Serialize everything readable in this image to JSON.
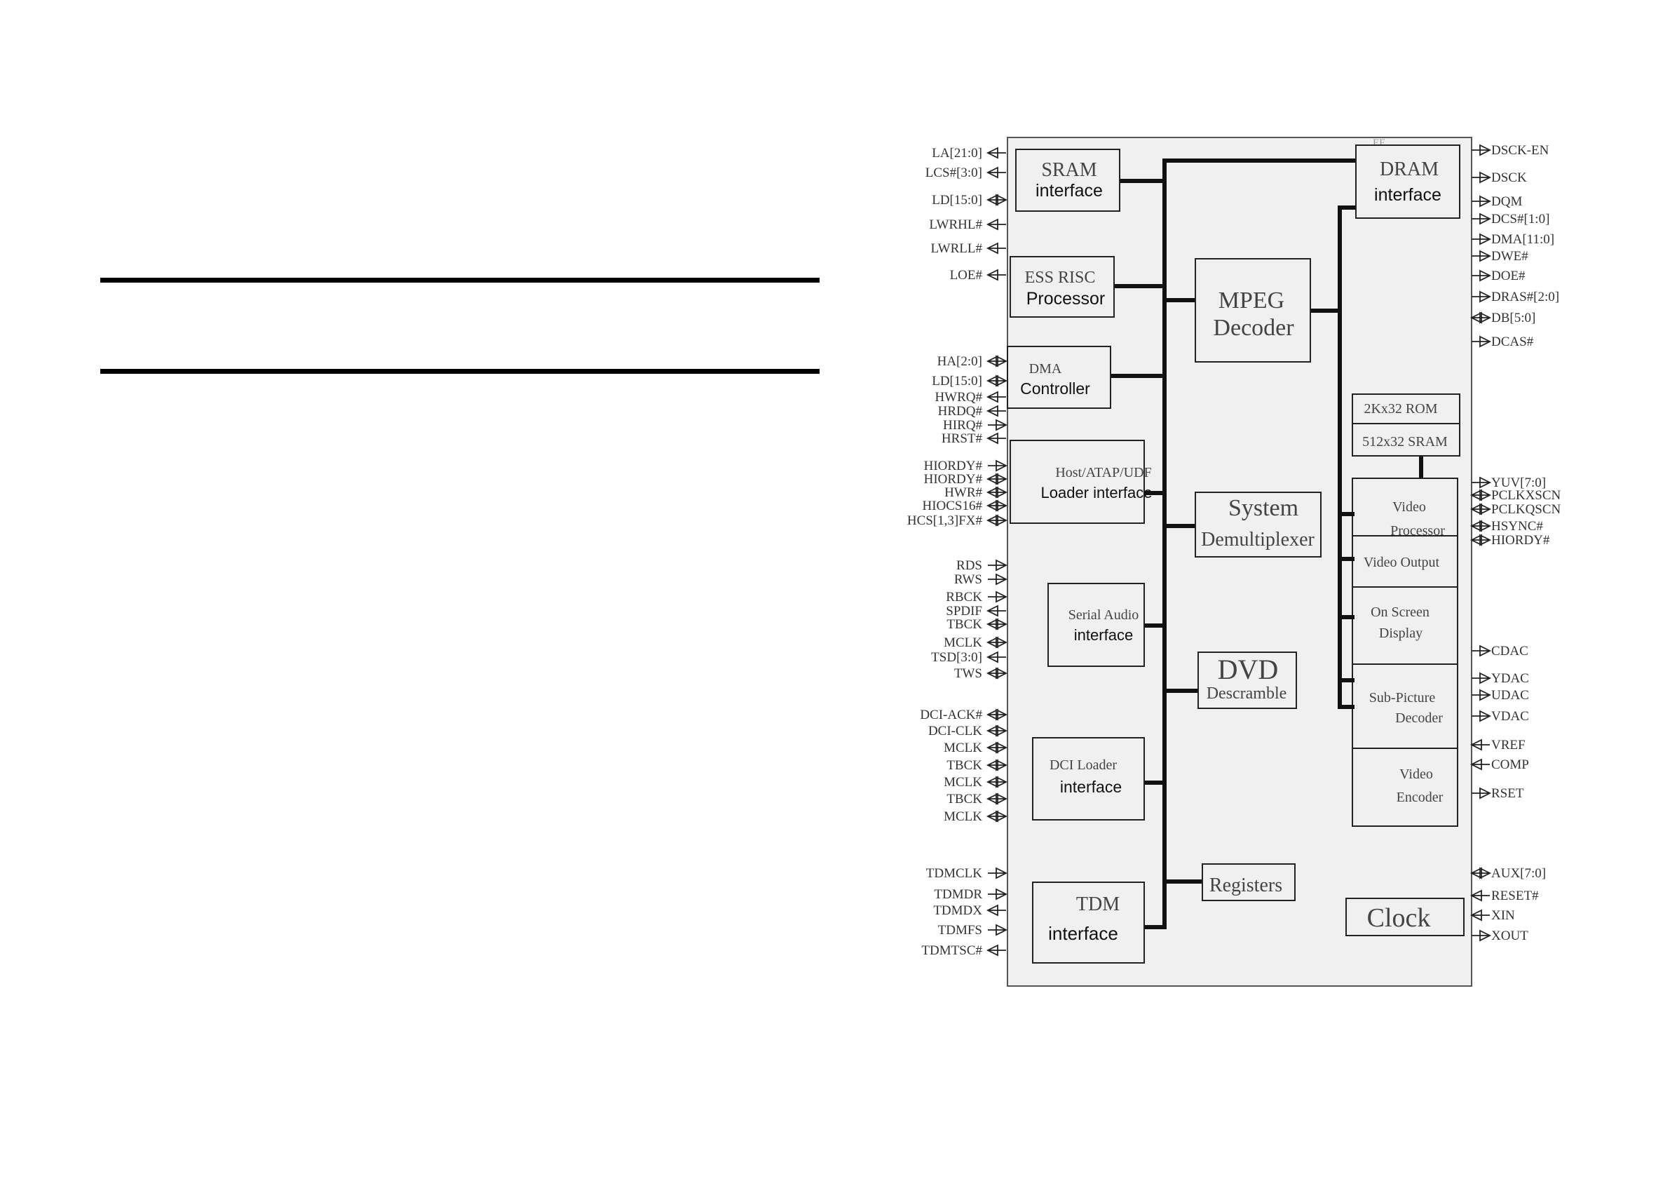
{
  "left_signals": [
    {
      "label": "LA[21:0]",
      "dir": "in"
    },
    {
      "label": "LCS#[3:0]",
      "dir": "in"
    },
    {
      "label": "LD[15:0]",
      "dir": "bi"
    },
    {
      "label": "LWRHL#",
      "dir": "in"
    },
    {
      "label": "LWRLL#",
      "dir": "in"
    },
    {
      "label": "LOE#",
      "dir": "in"
    },
    {
      "label": "HA[2:0]",
      "dir": "bi"
    },
    {
      "label": "LD[15:0]",
      "dir": "bi"
    },
    {
      "label": "HWRQ#",
      "dir": "in"
    },
    {
      "label": "HRDQ#",
      "dir": "in"
    },
    {
      "label": "HIRQ#",
      "dir": "out"
    },
    {
      "label": "HRST#",
      "dir": "in"
    },
    {
      "label": "HIORDY#",
      "dir": "out"
    },
    {
      "label": "HIORDY#",
      "dir": "bi"
    },
    {
      "label": "HWR#",
      "dir": "bi"
    },
    {
      "label": "HIOCS16#",
      "dir": "bi"
    },
    {
      "label": "HCS[1,3]FX#",
      "dir": "bi"
    },
    {
      "label": "RDS",
      "dir": "out"
    },
    {
      "label": "RWS",
      "dir": "out"
    },
    {
      "label": "RBCK",
      "dir": "out"
    },
    {
      "label": "SPDIF",
      "dir": "in"
    },
    {
      "label": "TBCK",
      "dir": "bi"
    },
    {
      "label": "MCLK",
      "dir": "bi"
    },
    {
      "label": "TSD[3:0]",
      "dir": "in"
    },
    {
      "label": "TWS",
      "dir": "bi"
    },
    {
      "label": "DCI-ACK#",
      "dir": "bi"
    },
    {
      "label": "DCI-CLK",
      "dir": "bi"
    },
    {
      "label": "MCLK",
      "dir": "bi"
    },
    {
      "label": "TBCK",
      "dir": "bi"
    },
    {
      "label": "MCLK",
      "dir": "bi"
    },
    {
      "label": "TBCK",
      "dir": "bi"
    },
    {
      "label": "MCLK",
      "dir": "bi"
    },
    {
      "label": "TDMCLK",
      "dir": "out"
    },
    {
      "label": "TDMDR",
      "dir": "out"
    },
    {
      "label": "TDMDX",
      "dir": "in"
    },
    {
      "label": "TDMFS",
      "dir": "out"
    },
    {
      "label": "TDMTSC#",
      "dir": "in"
    }
  ],
  "right_signals": [
    {
      "label": "DSCK-EN",
      "dir": "out"
    },
    {
      "label": "DSCK",
      "dir": "out"
    },
    {
      "label": "DQM",
      "dir": "out"
    },
    {
      "label": "DCS#[1:0]",
      "dir": "out"
    },
    {
      "label": "DMA[11:0]",
      "dir": "out"
    },
    {
      "label": "DWE#",
      "dir": "out"
    },
    {
      "label": "DOE#",
      "dir": "out"
    },
    {
      "label": "DRAS#[2:0]",
      "dir": "out"
    },
    {
      "label": "DB[5:0]",
      "dir": "bi"
    },
    {
      "label": "DCAS#",
      "dir": "out"
    },
    {
      "label": "YUV[7:0]",
      "dir": "out"
    },
    {
      "label": "PCLKXSCN",
      "dir": "bi"
    },
    {
      "label": "PCLKQSCN",
      "dir": "bi"
    },
    {
      "label": "HSYNC#",
      "dir": "bi"
    },
    {
      "label": "HIORDY#",
      "dir": "bi"
    },
    {
      "label": "CDAC",
      "dir": "out"
    },
    {
      "label": "YDAC",
      "dir": "out"
    },
    {
      "label": "UDAC",
      "dir": "out"
    },
    {
      "label": "VDAC",
      "dir": "out"
    },
    {
      "label": "VREF",
      "dir": "in"
    },
    {
      "label": "COMP",
      "dir": "in"
    },
    {
      "label": "RSET",
      "dir": "out"
    },
    {
      "label": "AUX[7:0]",
      "dir": "bi"
    },
    {
      "label": "RESET#",
      "dir": "in"
    },
    {
      "label": "XIN",
      "dir": "in"
    },
    {
      "label": "XOUT",
      "dir": "out"
    }
  ],
  "blocks": {
    "sram": [
      "SRAM",
      "interface"
    ],
    "risc": [
      "ESS RISC",
      "Processor"
    ],
    "dma": [
      "DMA",
      "Controller"
    ],
    "host": [
      "Host/ATAP/UDF",
      "Loader interface"
    ],
    "serial": [
      "Serial Audio",
      "interface"
    ],
    "dci": [
      "DCI Loader",
      "interface"
    ],
    "tdm": [
      "TDM",
      "interface"
    ],
    "dram": [
      "DRAM",
      "interface"
    ],
    "mpeg": [
      "MPEG",
      "Decoder"
    ],
    "sysdemux": [
      "System",
      "Demultiplexer"
    ],
    "dvd": [
      "DVD",
      "Descramble"
    ],
    "registers": [
      "Registers"
    ],
    "clock": [
      "Clock"
    ],
    "rom": [
      "2Kx32 ROM"
    ],
    "sram512": [
      "512x32 SRAM"
    ],
    "vproc": [
      "Video",
      "Processor"
    ],
    "vout": [
      "Video Output"
    ],
    "osd": [
      "On Screen",
      "Display"
    ],
    "subpic": [
      "Sub-Picture",
      "Decoder"
    ],
    "venc": [
      "Video",
      "Encoder"
    ]
  },
  "fragment_label": "EE"
}
